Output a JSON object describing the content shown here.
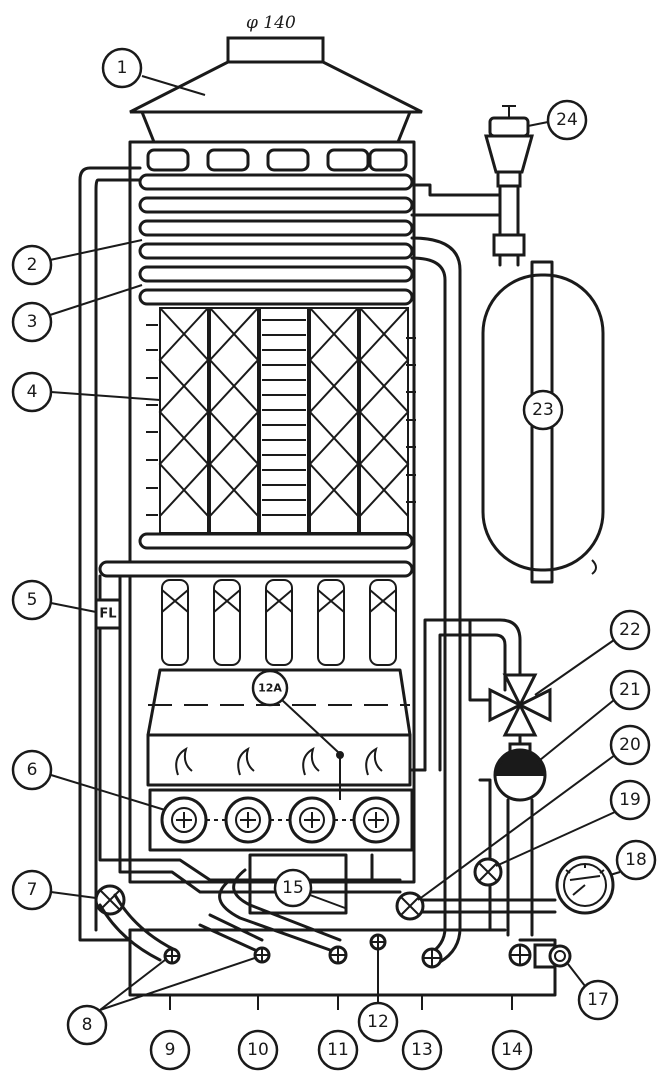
{
  "diagram": {
    "top_label": "φ 140",
    "fl_label": "FL",
    "callouts": [
      "1",
      "2",
      "3",
      "4",
      "5",
      "6",
      "7",
      "8",
      "9",
      "10",
      "11",
      "12",
      "12A",
      "13",
      "14",
      "15",
      "17",
      "18",
      "19",
      "20",
      "21",
      "22",
      "23",
      "24"
    ]
  }
}
